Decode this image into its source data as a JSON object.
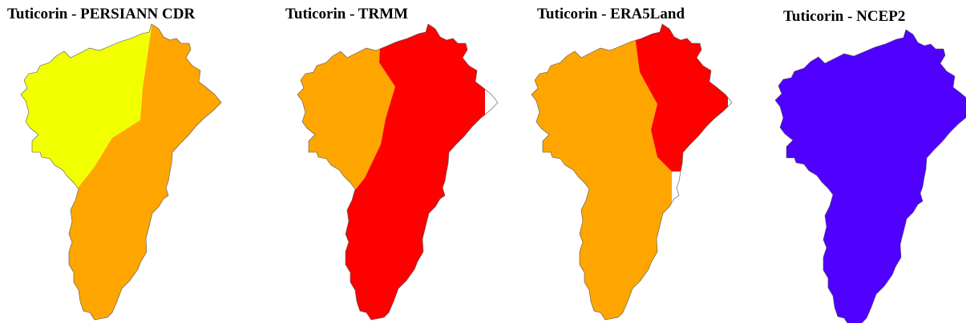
{
  "panels": [
    {
      "title": "Tuticorin - PERSIANN CDR",
      "zones": [
        {
          "color": "#f2ff00"
        },
        {
          "color": "#ffa500"
        }
      ]
    },
    {
      "title": "Tuticorin - TRMM",
      "zones": [
        {
          "color": "#ffa500"
        },
        {
          "color": "#ff0000"
        }
      ]
    },
    {
      "title": "Tuticorin - ERA5Land",
      "zones": [
        {
          "color": "#ffa500"
        },
        {
          "color": "#ff0000"
        }
      ]
    },
    {
      "title": "Tuticorin - NCEP2",
      "zones": [
        {
          "color": "#5000ff"
        }
      ]
    }
  ]
}
